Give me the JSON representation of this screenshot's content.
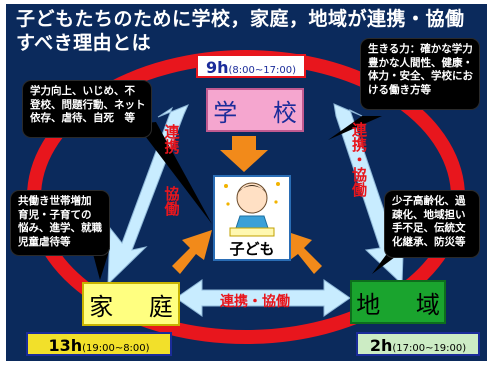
{
  "title": {
    "line1": "子どもたちのために学校，家庭，地域が連携・協働",
    "line2": "すべき理由とは"
  },
  "school": {
    "label": "学 校",
    "time": {
      "hours": "9h",
      "range": "(8:00~17:00)"
    },
    "bubble": [
      "生きる力：確かな学力",
      "豊かな人間性、健康・",
      "体力・安全、学校にお",
      "ける働き方等"
    ]
  },
  "home": {
    "label": "家 庭",
    "time": {
      "hours": "13h",
      "range": "(19:00~8:00)"
    },
    "bubble": [
      "共働き世帯増加",
      "育児・子育ての",
      "悩み、進学、就職",
      "児童虐待等"
    ]
  },
  "community": {
    "label": "地 域",
    "time": {
      "hours": "2h",
      "range": "(17:00~19:00)"
    },
    "bubble": [
      "少子高齢化、過",
      "疎化、地域担い",
      "手不足、伝統文",
      "化継承、防災等"
    ]
  },
  "child": {
    "label": "子ども"
  },
  "issues_bubble": [
    "学力向上、いじめ、不",
    "登校、問題行動、ネット",
    "依存、虐待、自死　等"
  ],
  "links": {
    "left_top": "連携",
    "left_bottom": "協働",
    "right": "連携・協働",
    "bottom": "連携・協働"
  },
  "colors": {
    "background": "#0b2a5c",
    "ring": "#e8161d",
    "school_box": "#f5a6cf",
    "home_box": "#ffff80",
    "community_box": "#1aa42e",
    "link_arrow": "#c8ecff",
    "inward_arrow": "#f28a1a",
    "label": "#e8161d"
  }
}
